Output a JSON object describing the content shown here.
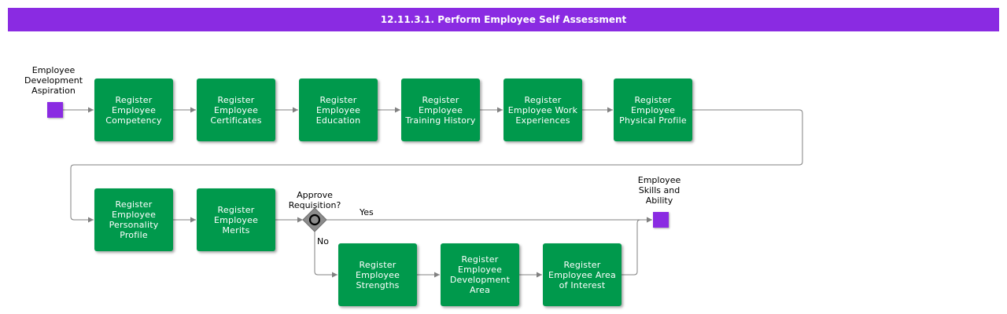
{
  "header": {
    "title": "12.11.3.1. Perform Employee Self Assessment"
  },
  "events": {
    "start_label": "Employee\nDevelopment\nAspiration",
    "end_label": "Employee\nSkills and\nAbility"
  },
  "tasks": {
    "competency": "Register Employee Competency",
    "certificates": "Register Employee Certificates",
    "education": "Register Employee Education",
    "training_history": "Register Employee Training History",
    "work_experiences": "Register Employee Work Experiences",
    "physical_profile": "Register Employee Physical Profile",
    "personality_profile": "Register Employee Personality Profile",
    "merits": "Register Employee Merits",
    "strengths": "Register Employee Strengths",
    "development_area": "Register Employee Development Area",
    "area_of_interest": "Register Employee Area of Interest"
  },
  "gateway": {
    "label": "Approve\nRequisition?",
    "yes_label": "Yes",
    "no_label": "No"
  },
  "colors": {
    "header": "#8a2be2",
    "event": "#8a2be2",
    "task": "#00994c",
    "gateway": "#8c8c8c",
    "connector": "#808080"
  }
}
